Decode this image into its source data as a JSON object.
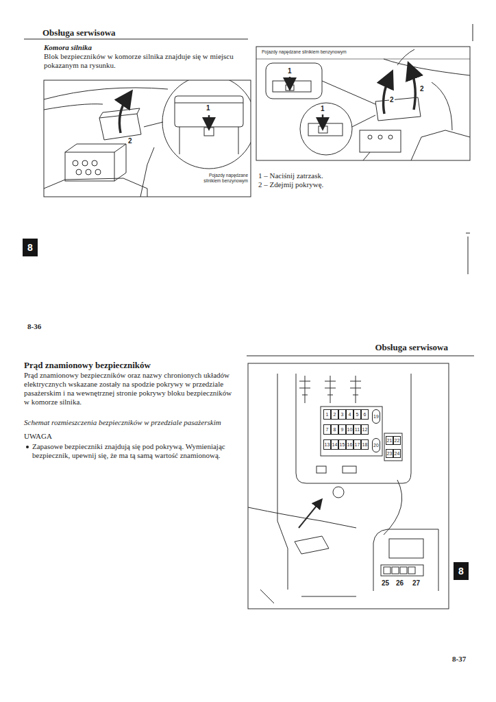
{
  "diagram": {
    "title": "Obsługa serwisowa",
    "nodes": [
      {
        "text": [
          "1"
        ]
      },
      {
        "text": [
          "2"
        ]
      },
      {
        "text": [
          "3"
        ]
      },
      {
        "text": [
          "4"
        ]
      },
      {
        "text": [
          "5"
        ]
      },
      {
        "text": [
          "6"
        ]
      },
      {
        "text": [
          "7"
        ]
      },
      {
        "text": [
          "8"
        ]
      },
      {
        "text": [
          "9"
        ]
      },
      {
        "text": [
          "10"
        ]
      },
      {
        "text": [
          "11"
        ]
      },
      {
        "text": [
          "12"
        ]
      },
      {
        "text": [
          "13"
        ]
      },
      {
        "text": [
          "14"
        ]
      },
      {
        "text": [
          "15"
        ]
      },
      {
        "text": [
          "16"
        ]
      },
      {
        "text": [
          "17"
        ]
      },
      {
        "text": [
          "18"
        ]
      },
      {
        "text": [
          "19"
        ]
      },
      {
        "text": [
          "20"
        ]
      },
      {
        "text": [
          "21"
        ]
      },
      {
        "text": [
          "22"
        ]
      },
      {
        "text": [
          "23"
        ]
      },
      {
        "text": [
          "24"
        ]
      }
    ],
    "edges": [],
    "labels": [
      "Komora silnika",
      "Blok bezpieczników w komorze silnika znajduje się w miejscu pokazanym na rysunku.",
      "1",
      "2",
      "Pojazdy napędzane silnikiem benzynowym",
      "Pojazdy napędzane silnikiem benzynowym",
      "1",
      "1",
      "2",
      "2",
      "1 – Naciśnij zatrzask.",
      "2 – Zdejmij pokrywę.",
      "8",
      "8-36",
      "Obsługa serwisowa",
      "Prąd znamionowy bezpieczników",
      "Prąd znamionowy bezpieczników oraz nazwy chronionych układów elektrycznych wskazane zostały na spodzie pokrywy w przedziale pasażerskim i na wewnętrznej stronie pokrywy bloku bezpieczników w komorze silnika.",
      "Schemat rozmieszczenia bezpieczników w przedziale pasażerskim",
      "UWAGA",
      "Zapasowe bezpieczniki znajdują się pod pokrywą. Wymieniając bezpiecznik, upewnij się, że ma tą samą wartość znamionową.",
      "25",
      "26",
      "27",
      "8",
      "8-37"
    ]
  }
}
